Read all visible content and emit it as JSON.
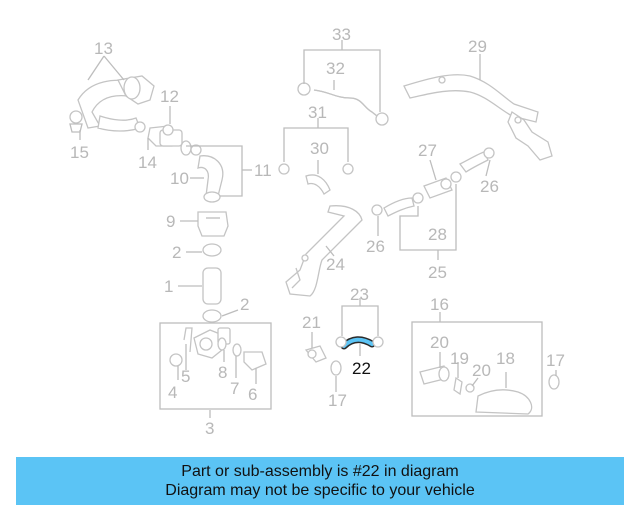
{
  "diagram": {
    "callouts": [
      "13",
      "12",
      "15",
      "14",
      "11",
      "10",
      "9",
      "2",
      "1",
      "2",
      "3",
      "4",
      "5",
      "8",
      "7",
      "6",
      "33",
      "32",
      "31",
      "30",
      "29",
      "27",
      "26",
      "26",
      "28",
      "25",
      "24",
      "23",
      "21",
      "22",
      "17",
      "16",
      "20",
      "19",
      "20",
      "18",
      "17"
    ],
    "highlight_color": "#5bc4f5",
    "part_color": "#c4c4c4"
  },
  "banner": {
    "line1": "Part or sub-assembly is #22 in diagram",
    "line2": "Diagram may not be specific to your vehicle",
    "background": "#5bc4f5"
  }
}
